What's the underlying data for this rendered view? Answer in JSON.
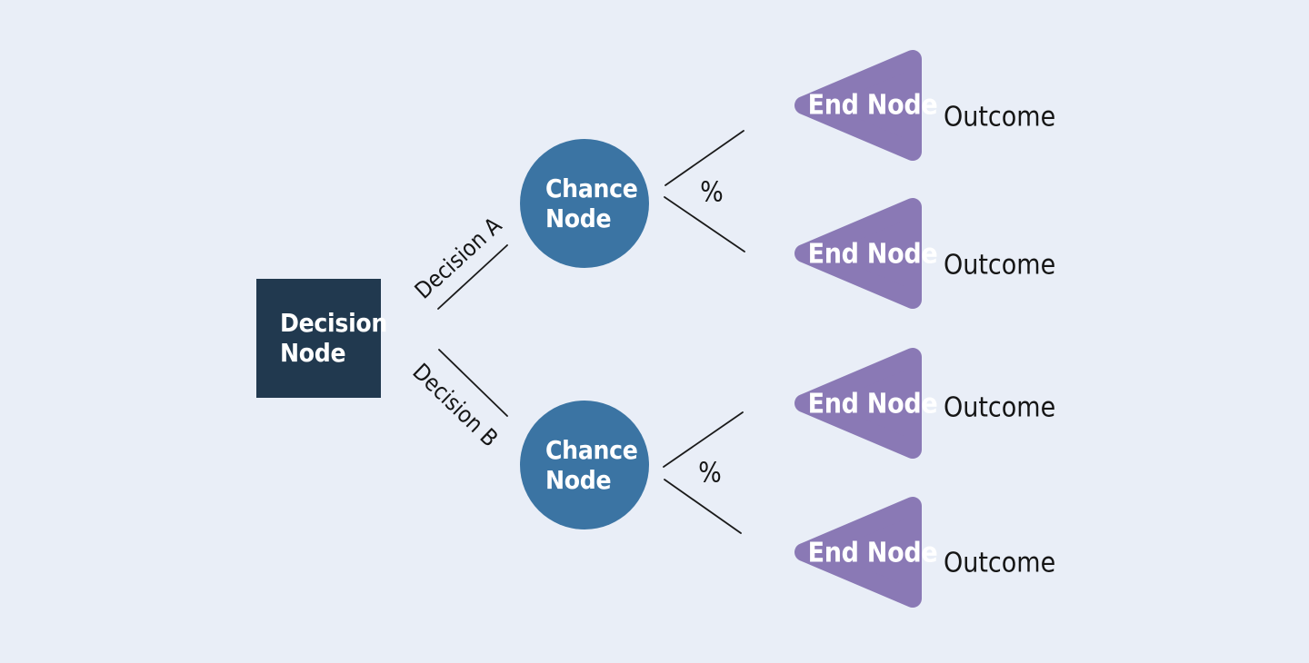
{
  "canvas": {
    "background": "#E9EEF7"
  },
  "colors": {
    "decision_node": "#21394F",
    "chance_node": "#3B74A3",
    "end_node": "#8A79B5",
    "line": "#1A1A1A",
    "label_text": "#151515",
    "node_text": "#FFFFFF"
  },
  "diagram": {
    "decision_node": {
      "lines": [
        "Decision",
        "Node"
      ]
    },
    "branches": [
      {
        "label": "Decision A"
      },
      {
        "label": "Decision B"
      }
    ],
    "chance_nodes": [
      {
        "lines": [
          "Chance",
          "Node"
        ],
        "probability_label": "%"
      },
      {
        "lines": [
          "Chance",
          "Node"
        ],
        "probability_label": "%"
      }
    ],
    "end_nodes": [
      {
        "label": "End Node",
        "outcome": "Outcome"
      },
      {
        "label": "End Node",
        "outcome": "Outcome"
      },
      {
        "label": "End Node",
        "outcome": "Outcome"
      },
      {
        "label": "End Node",
        "outcome": "Outcome"
      }
    ]
  }
}
